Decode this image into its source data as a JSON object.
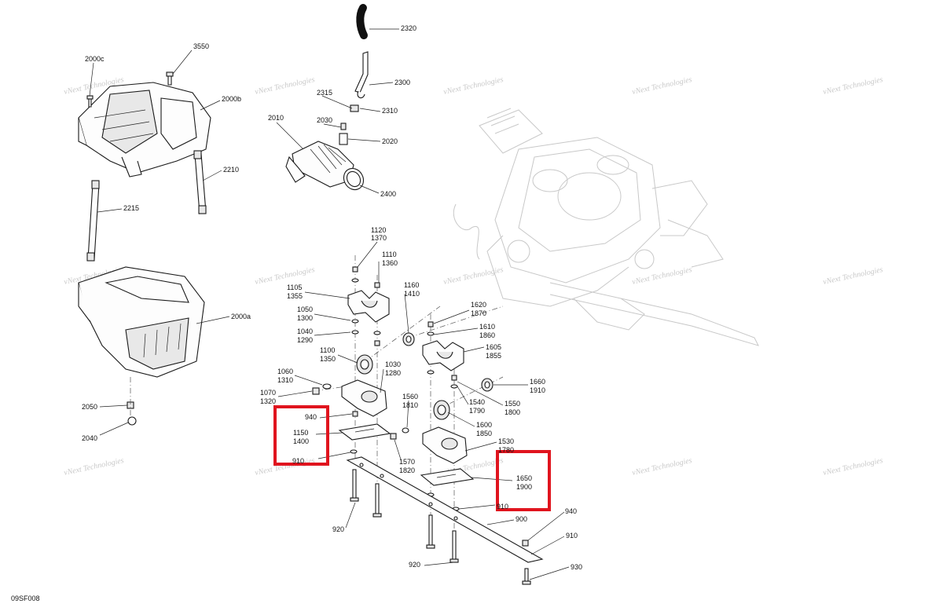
{
  "diagram": {
    "code": "09SF008",
    "watermark": "vNext Technologies",
    "highlight_color": "#e0141e",
    "callouts": {
      "c3550": "3550",
      "c2000c": "2000c",
      "c2000b": "2000b",
      "c2210": "2210",
      "c2215": "2215",
      "c2000a": "2000a",
      "c2050": "2050",
      "c2040": "2040",
      "c2320": "2320",
      "c2300": "2300",
      "c2315": "2315",
      "c2310": "2310",
      "c2030": "2030",
      "c2010": "2010",
      "c2020": "2020",
      "c2400": "2400",
      "c1120": "1120",
      "c1370": "1370",
      "c1110": "1110",
      "c1360": "1360",
      "c1105": "1105",
      "c1355": "1355",
      "c1160": "1160",
      "c1410": "1410",
      "c1050": "1050",
      "c1300": "1300",
      "c1620": "1620",
      "c1870": "1870",
      "c1610": "1610",
      "c1860": "1860",
      "c1040": "1040",
      "c1290": "1290",
      "c1605": "1605",
      "c1855": "1855",
      "c1100": "1100",
      "c1350": "1350",
      "c1030": "1030",
      "c1280": "1280",
      "c1060": "1060",
      "c1310": "1310",
      "c1660": "1660",
      "c1910": "1910",
      "c1070": "1070",
      "c1320": "1320",
      "c1560": "1560",
      "c1810": "1810",
      "c1540": "1540",
      "c1790": "1790",
      "c1550": "1550",
      "c1800": "1800",
      "c940a": "940",
      "c1150": "1150",
      "c1400": "1400",
      "c1600": "1600",
      "c1850": "1850",
      "c1530": "1530",
      "c1780": "1780",
      "c910a": "910",
      "c1570": "1570",
      "c1820": "1820",
      "c1650": "1650",
      "c1900": "1900",
      "c910b": "910",
      "c900": "900",
      "c940b": "940",
      "c910c": "910",
      "c920a": "920",
      "c920b": "920",
      "c930": "930"
    }
  }
}
